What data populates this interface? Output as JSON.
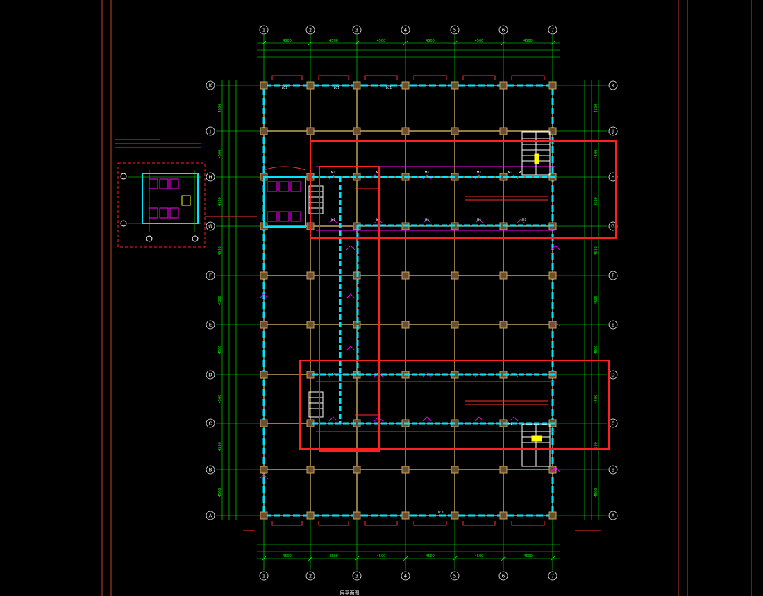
{
  "grid": {
    "columns": [
      "1",
      "2",
      "3",
      "4",
      "5",
      "6",
      "7"
    ],
    "rows": [
      "A",
      "B",
      "C",
      "D",
      "E",
      "F",
      "G",
      "H",
      "J",
      "K"
    ]
  },
  "dimensions": {
    "top_spans": [
      "4500",
      "4500",
      "4500",
      "4500",
      "4500",
      "4500"
    ],
    "bottom_spans": [
      "4500",
      "4500",
      "4500",
      "4500",
      "4500",
      "4500"
    ],
    "left_spans": [
      "4500",
      "4500",
      "4500",
      "4500",
      "4500",
      "4500",
      "4500",
      "4500",
      "4500"
    ],
    "right_spans": [
      "4500",
      "4500",
      "4500",
      "4500",
      "4500",
      "4500",
      "4500",
      "4500",
      "4500"
    ]
  },
  "colors": {
    "background": "#000000",
    "grid_line": "#00ff00",
    "wall": "#00e5ff",
    "column": "#c8a060",
    "beam": "#e8c870",
    "highlight": "#ff2020",
    "annotation": "#ff3030",
    "door": "#ff00ff",
    "frame": "#d04020",
    "stair": "#ffff00",
    "text": "#ffffff"
  },
  "room_labels": [
    "M1",
    "M1",
    "M1",
    "M1",
    "M1",
    "M2",
    "M1",
    "M1",
    "M1",
    "M1",
    "M1",
    "M2",
    "LC1",
    "LC1",
    "LC1",
    "LC1"
  ],
  "title_label": "一层平面图"
}
